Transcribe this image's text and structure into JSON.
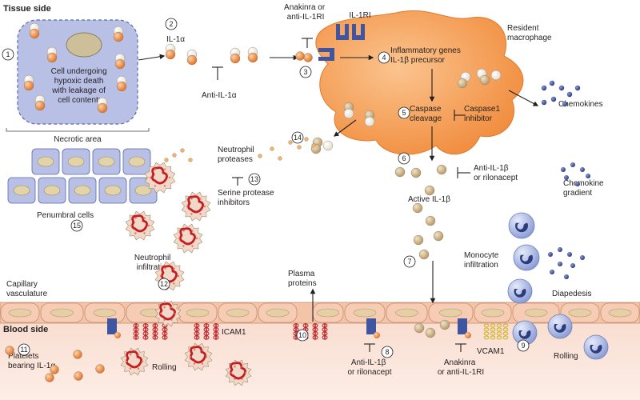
{
  "sides": {
    "tissue": "Tissue side",
    "blood": "Blood side"
  },
  "labels": {
    "hypoxic_cell": [
      "Cell undergoing",
      "hypoxic death",
      "with leakage of",
      "cell contents"
    ],
    "necrotic_area": "Necrotic area",
    "il1a": "IL-1α",
    "anti_il1a": "Anti-IL-1α",
    "anakinra_top": [
      "Anakinra or",
      "anti-IL-1RI"
    ],
    "il1ri": "IL-1RI",
    "resident_macrophage": [
      "Resident",
      "macrophage"
    ],
    "inflammatory_genes": [
      "Inflammatory genes",
      "IL-1β precursor"
    ],
    "caspase_cleavage": [
      "Caspase",
      "cleavage"
    ],
    "caspase1_inhibitor": [
      "Caspase1",
      "inhibitor"
    ],
    "chemokines": "Chemokines",
    "chemokine_gradient": [
      "Chemokine",
      "gradient"
    ],
    "neutrophil_proteases": [
      "Neutrophil",
      "proteases"
    ],
    "serine_protease_inhibitors": [
      "Serine protease",
      "inhibitors"
    ],
    "anti_il1b_mid": [
      "Anti-IL-1β",
      "or rilonacept"
    ],
    "active_il1b": "Active IL-1β",
    "penumbral_cells": "Penumbral cells",
    "neutrophil_infiltration": [
      "Neutrophil",
      "infiltration"
    ],
    "monocyte_infiltration": [
      "Monocyte",
      "infiltration"
    ],
    "capillary_vasculature": [
      "Capillary",
      "vasculature"
    ],
    "plasma_proteins": [
      "Plasma",
      "proteins"
    ],
    "diapedesis": "Diapedesis",
    "icam1": "ICAM1",
    "vcam1": "VCAM1",
    "platelets": [
      "Platelets",
      "bearing IL-1α"
    ],
    "rolling_left": "Rolling",
    "rolling_right": "Rolling",
    "anti_il1b_bottom": [
      "Anti-IL-1β",
      "or rilonacept"
    ],
    "anakinra_bottom": [
      "Anakinra",
      "or anti-IL-1RI"
    ]
  },
  "steps": [
    "1",
    "2",
    "3",
    "4",
    "5",
    "6",
    "7",
    "8",
    "9",
    "10",
    "11",
    "12",
    "13",
    "14",
    "15"
  ],
  "colors": {
    "orange_particle": "#e8873a",
    "tan_particle": "#cdb38a",
    "macrophage": "#f5a35c",
    "cell_fill": "#b9c0e6",
    "endothelium": "#f3c4a8",
    "blood": "#fbe3d8",
    "receptor": "#3f55a0",
    "chemokine": "#3b4d8f",
    "monocyte": "#a7b5e3",
    "neutrophil": "#c41e24"
  },
  "icons": [
    "receptor-icon",
    "neutrophil-icon",
    "monocyte-icon",
    "chemokine-dot-icon",
    "inhibition-bar-icon"
  ]
}
